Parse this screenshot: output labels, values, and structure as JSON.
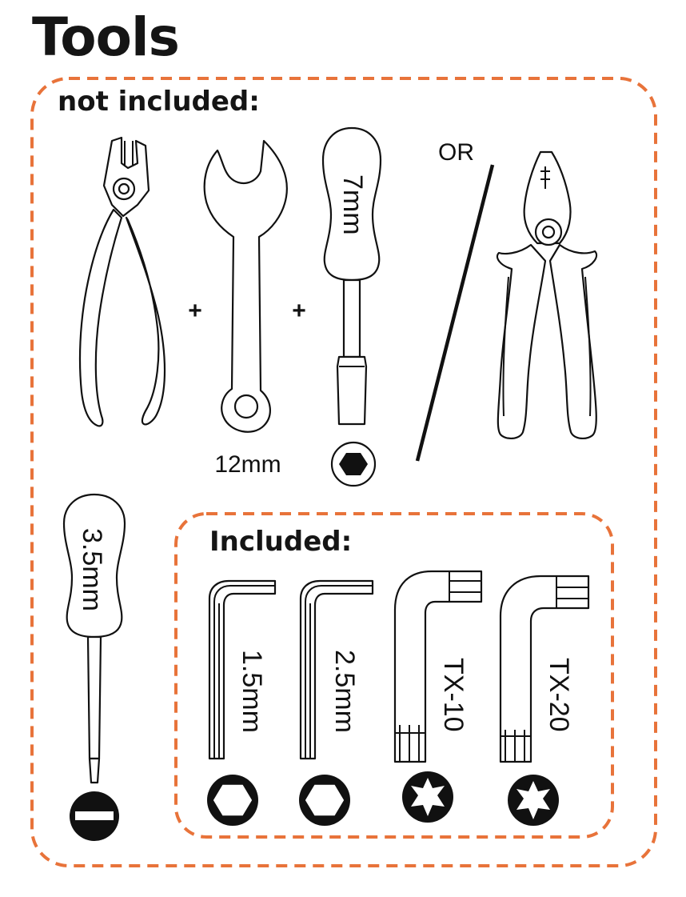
{
  "title": "Tools",
  "not_included": {
    "heading": "not included:",
    "wrench_size": "12mm",
    "nut_driver_size": "7mm",
    "or_label": "OR",
    "screwdriver_size": "3.5mm",
    "plus_symbol": "+"
  },
  "included": {
    "heading": "Included:",
    "keys": [
      {
        "label": "1.5mm",
        "type": "hex"
      },
      {
        "label": "2.5mm",
        "type": "hex"
      },
      {
        "label": "TX-10",
        "type": "torx"
      },
      {
        "label": "TX-20",
        "type": "torx"
      }
    ]
  },
  "colors": {
    "border_dashed": "#e8733a",
    "ink": "#111111",
    "background": "#ffffff"
  }
}
